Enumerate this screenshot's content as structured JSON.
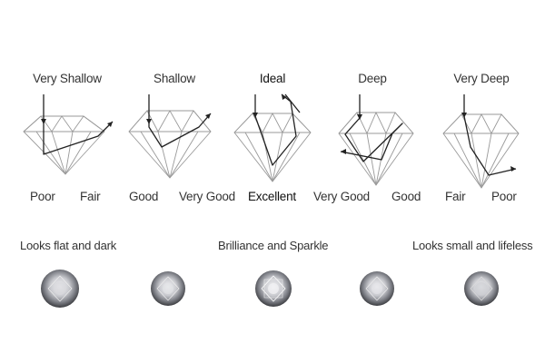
{
  "cuts": [
    {
      "title": "Very Shallow",
      "grades": [
        "Poor",
        "Fair"
      ]
    },
    {
      "title": "Shallow",
      "grades": [
        "Good",
        "Very Good"
      ]
    },
    {
      "title": "Ideal",
      "grades": [
        "Excellent",
        ""
      ]
    },
    {
      "title": "Deep",
      "grades": [
        "Very Good",
        "Good"
      ]
    },
    {
      "title": "Very Deep",
      "grades": [
        "Fair",
        "Poor"
      ]
    }
  ],
  "appearance": {
    "left": "Looks flat and dark",
    "center": "Brilliance and Sparkle",
    "right": "Looks small and lifeless"
  },
  "colors": {
    "outline": "#9a9a9a",
    "light_path": "#222222",
    "text": "#333333"
  }
}
